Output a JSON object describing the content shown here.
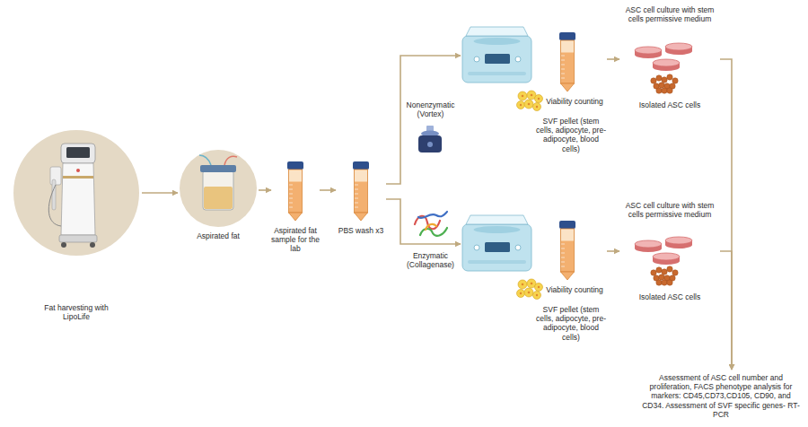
{
  "diagram": {
    "nodes": [
      {
        "text": [
          "Fat harvesting with LipoLife"
        ]
      },
      {
        "text": [
          "Aspirated fat"
        ]
      },
      {
        "text": [
          "Aspirated fat sample for the lab"
        ]
      },
      {
        "text": [
          "PBS wash x3"
        ]
      },
      {
        "text": [
          "Viability counting",
          "SVF pellet (stem cells, adipocyte, pre-adipocyte, blood cells)"
        ]
      },
      {
        "text": [
          "ASC cell culture with stem cells permissive medium",
          "Isolated ASC cells"
        ]
      },
      {
        "text": [
          "Viability counting",
          "SVF pellet (stem cells, adipocyte, pre-adipocyte, blood cells)"
        ]
      },
      {
        "text": [
          "ASC cell culture with stem cells permissive medium",
          "Isolated ASC cells"
        ]
      },
      {
        "text": [
          "Assessment of ASC cell number and proliferation, FACS phenotype analysis for markers: CD45,CD73,CD105, CD90, and CD34. Assessment of SVF specific genes- RT-PCR"
        ]
      }
    ],
    "edges": [
      {
        "from": 0,
        "to": 1,
        "arrow": "to"
      },
      {
        "from": 1,
        "to": 2,
        "arrow": "to"
      },
      {
        "from": 2,
        "to": 3,
        "arrow": "to"
      },
      {
        "from": 3,
        "to": 4,
        "label": "Nonenzymatic (Vortex)",
        "arrow": "to"
      },
      {
        "from": 4,
        "to": 5,
        "arrow": "to"
      },
      {
        "from": 3,
        "to": 6,
        "label": "Enzymatic (Collagenase)",
        "arrow": "to"
      },
      {
        "from": 6,
        "to": 7,
        "arrow": "to"
      },
      {
        "from": 5,
        "to": 8,
        "arrow": "to"
      },
      {
        "from": 7,
        "to": 8,
        "arrow": "to"
      }
    ]
  }
}
